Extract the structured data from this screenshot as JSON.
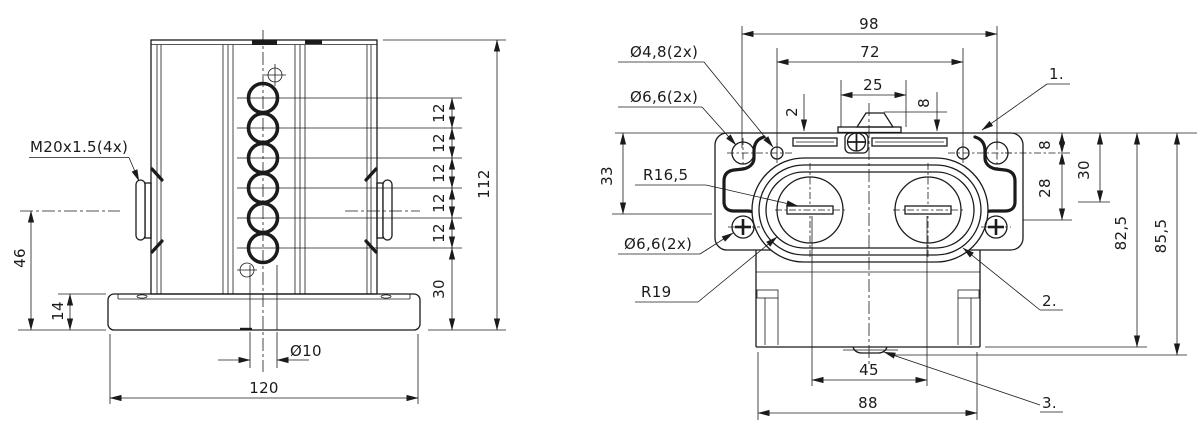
{
  "drawing": {
    "colors": {
      "background": "#ffffff",
      "line": "#1b1b1b"
    },
    "side_view": {
      "thread_label": "M20x1.5(4x)",
      "dim_46": "46",
      "dim_14": "14",
      "dim_12_stack": [
        "12",
        "12",
        "12",
        "12",
        "12"
      ],
      "dim_112": "112",
      "dim_30": "30",
      "dim_dia10": "Ø10",
      "dim_120": "120"
    },
    "front_view": {
      "dim_98": "98",
      "dim_72": "72",
      "dim_25": "25",
      "dim_2": "2",
      "dim_8_tab": "8",
      "hole_dia48": "Ø4,8(2x)",
      "hole_dia66_top": "Ø6,6(2x)",
      "radius_inner": "R16,5",
      "hole_dia66_bottom": "Ø6,6(2x)",
      "radius_outer": "R19",
      "dim_33": "33",
      "dim_8_right": "8",
      "dim_28": "28",
      "dim_30": "30",
      "dim_82_5": "82,5",
      "dim_85_5": "85,5",
      "dim_45": "45",
      "dim_88": "88",
      "callout_1": "1.",
      "callout_2": "2.",
      "callout_3": "3."
    }
  }
}
